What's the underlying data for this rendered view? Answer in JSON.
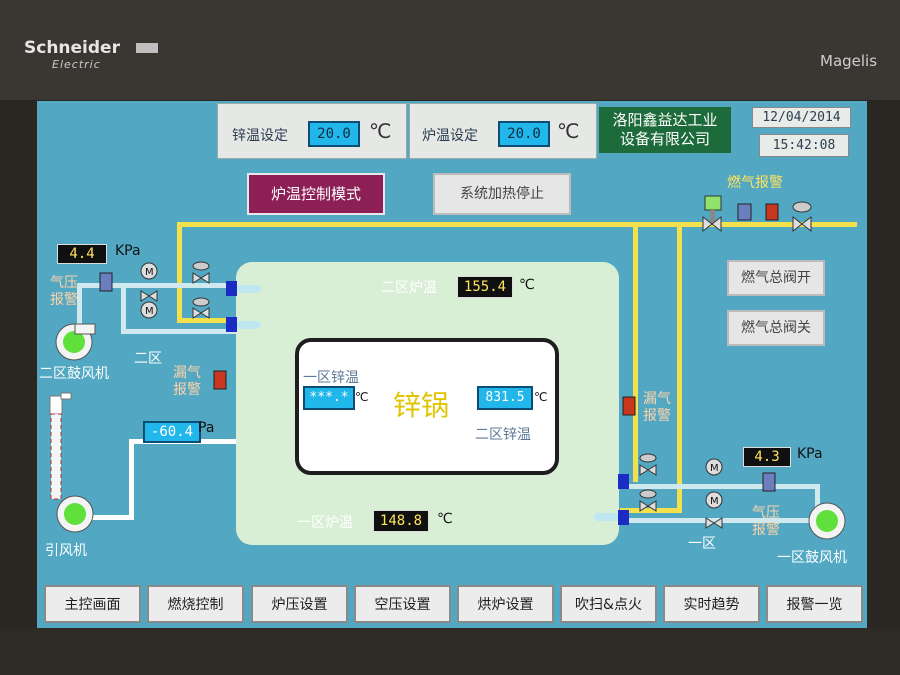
{
  "device": {
    "brand": "Schneider",
    "brand_sub": "Electric",
    "model": "Magelis"
  },
  "header": {
    "zinc_set_label": "锌温设定",
    "zinc_set_value": "20.0",
    "zinc_set_unit": "℃",
    "furnace_set_label": "炉温设定",
    "furnace_set_value": "20.0",
    "furnace_set_unit": "℃",
    "company_line1": "洛阳鑫益达工业",
    "company_line2": "设备有限公司",
    "date": "12/04/2014",
    "time": "15:42:08"
  },
  "controls": {
    "mode_button": "炉温控制模式",
    "heat_stop_button": "系统加热停止"
  },
  "gas": {
    "alarm_label": "燃气报警",
    "main_valve_open": "燃气总阀开",
    "main_valve_close": "燃气总阀关"
  },
  "zone2": {
    "pressure_value": "4.4",
    "pressure_unit": "KPa",
    "pressure_alarm_l1": "气压",
    "pressure_alarm_l2": "报警",
    "blower_label": "二区鼓风机",
    "zone_label": "二区",
    "leak_alarm_l1": "漏气",
    "leak_alarm_l2": "报警",
    "furnace_temp_label": "二区炉温",
    "furnace_temp_value": "155.4",
    "furnace_temp_unit": "℃"
  },
  "zone1": {
    "pressure_value": "4.3",
    "pressure_unit": "KPa",
    "pressure_alarm_l1": "气压",
    "pressure_alarm_l2": "报警",
    "blower_label": "一区鼓风机",
    "zone_label": "一区",
    "leak_alarm_l1": "漏气",
    "leak_alarm_l2": "报警",
    "furnace_temp_label": "一区炉温",
    "furnace_temp_value": "148.8",
    "furnace_temp_unit": "℃"
  },
  "draft": {
    "fan_label": "引风机",
    "pressure_value": "-60.4",
    "pressure_unit": "Pa"
  },
  "pot": {
    "title": "锌锅",
    "zone1_label": "一区锌温",
    "zone1_value": "***.*",
    "zone1_unit": "℃",
    "zone2_label": "二区锌温",
    "zone2_value": "831.5",
    "zone2_unit": "℃"
  },
  "motor_symbol": "M",
  "nav": [
    "主控画面",
    "燃烧控制",
    "炉压设置",
    "空压设置",
    "烘炉设置",
    "吹扫&点火",
    "实时趋势",
    "报警一览"
  ],
  "colors": {
    "screen_bg": "#52a7c3",
    "gas_pipe": "#f2e04d",
    "air_pipe": "#cfe9ee",
    "mode_button": "#8d1f57",
    "company_bg": "#1d6b3b"
  }
}
